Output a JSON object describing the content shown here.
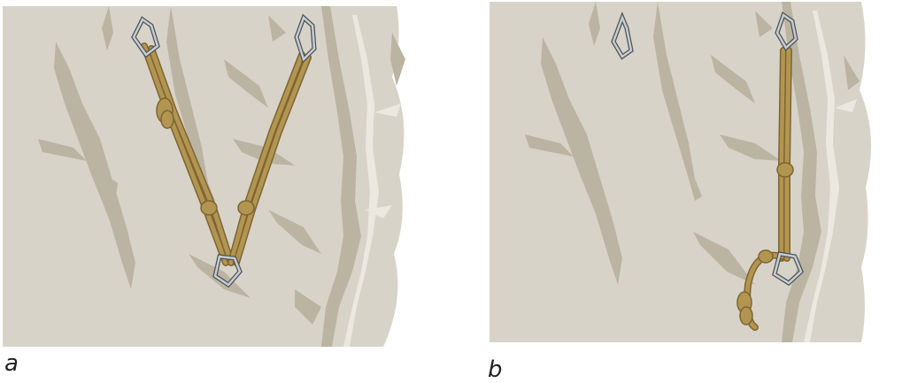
{
  "figure": {
    "panels": [
      {
        "id": "a",
        "label": "a"
      },
      {
        "id": "b",
        "label": "b"
      }
    ],
    "colors": {
      "rock": "#d8d3c9",
      "rock_crack": "#bbb4a2",
      "rock_highlight": "#ebe8e0",
      "rope": "#b39552",
      "rope_dark": "#7d6530",
      "carabiner": "#9aa0a6",
      "carabiner_dark": "#4d5257"
    }
  }
}
